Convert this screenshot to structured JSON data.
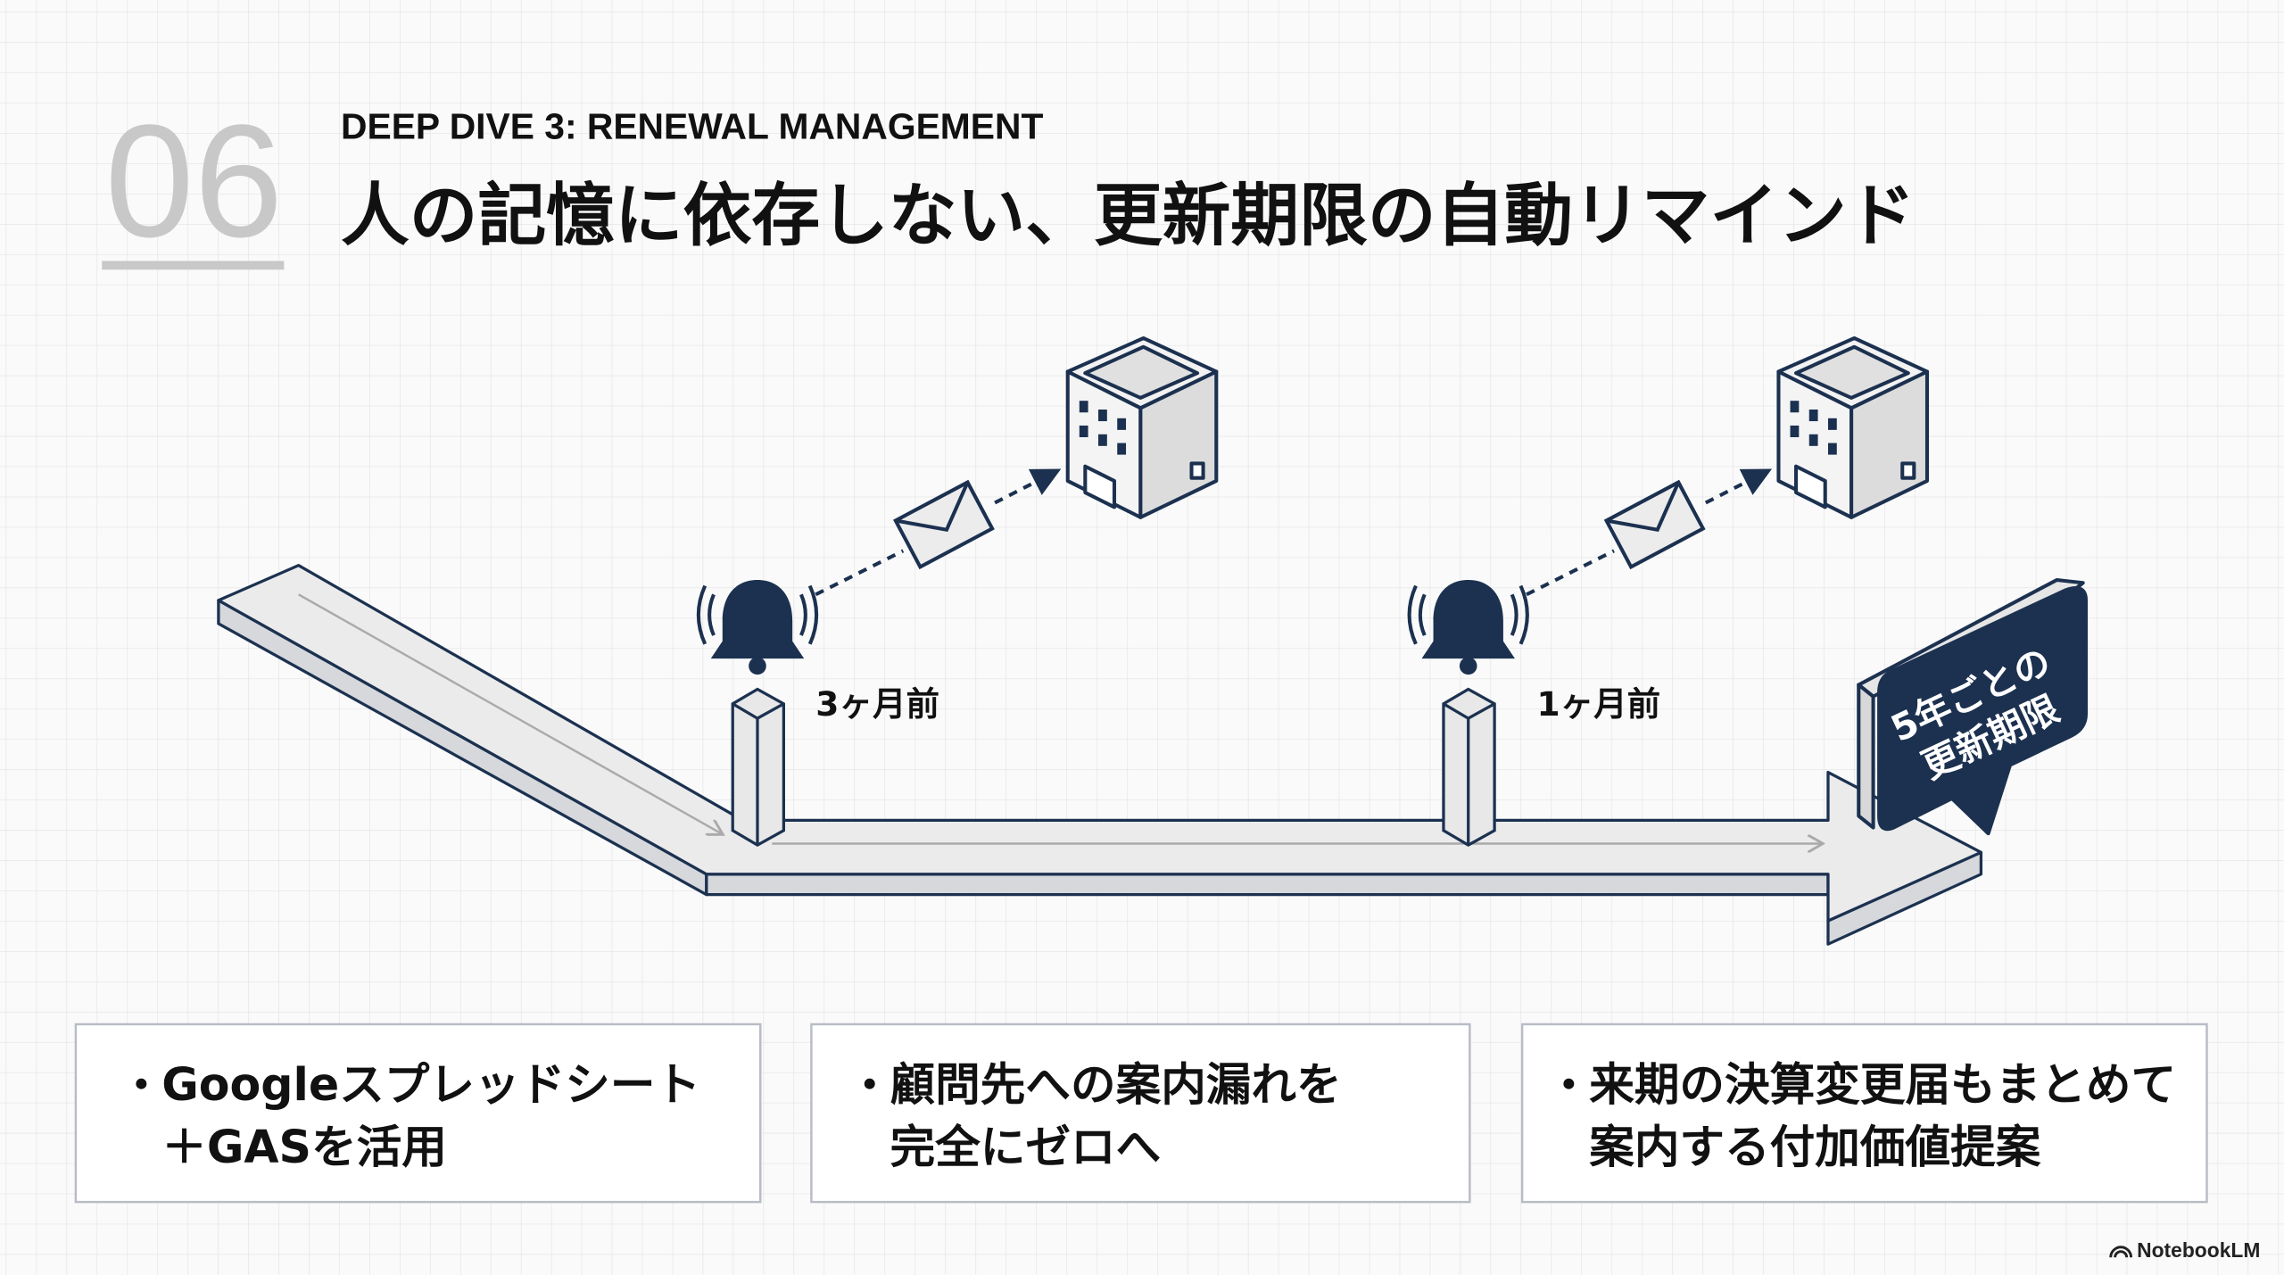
{
  "header": {
    "number": "06",
    "subtitle": "DEEP DIVE 3: RENEWAL MANAGEMENT",
    "title": "人の記憶に依存しない、更新期限の自動リマインド"
  },
  "timeline": {
    "milestones": [
      {
        "label": "3ヶ月前",
        "icon": "bell-icon"
      },
      {
        "label": "1ヶ月前",
        "icon": "bell-icon"
      }
    ],
    "deadline": {
      "line1": "5年ごとの",
      "line2": "更新期限"
    }
  },
  "cards": [
    {
      "bullet": "・",
      "line1": "Googleスプレッドシート",
      "line2": "＋GASを活用"
    },
    {
      "bullet": "・",
      "line1": "顧問先への案内漏れを",
      "line2": "完全にゼロへ"
    },
    {
      "bullet": "・",
      "line1": "来期の決算変更届もまとめて",
      "line2": "案内する付加価値提案"
    }
  ],
  "watermark": "NotebookLM",
  "colors": {
    "navy": "#1c3150",
    "accent_gray": "#c8c8c8",
    "grid": "#e4e4e4"
  }
}
